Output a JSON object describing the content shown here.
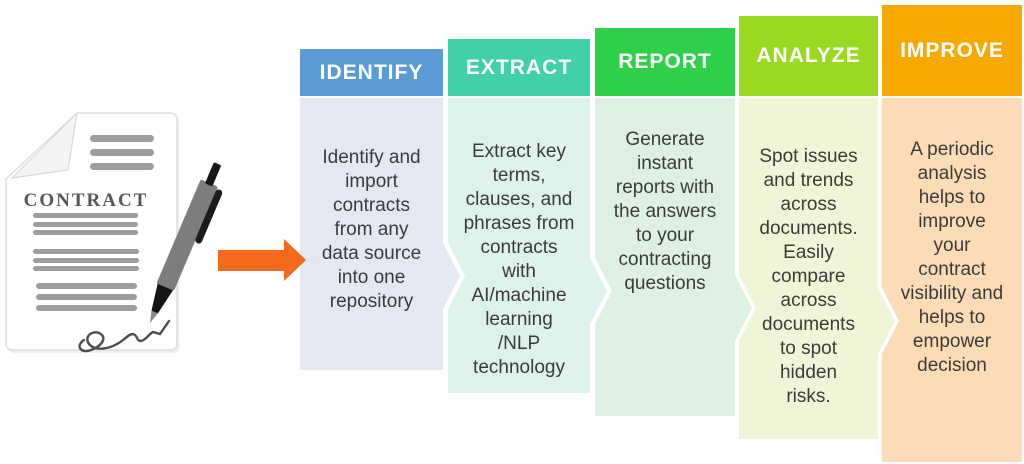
{
  "illustration": {
    "document_label": "CONTRACT",
    "arrow_color": "#f4691c"
  },
  "process": {
    "columns": [
      {
        "label": "IDENTIFY",
        "description": "Identify and\nimport\ncontracts\nfrom any\ndata source\ninto one\nrepository",
        "header_color": "#5b9bd5",
        "body_color": "#e4e8f3"
      },
      {
        "label": "EXTRACT",
        "description": "Extract key\nterms,\nclauses, and\nphrases from\ncontracts\nwith\nAI/machine\nlearning\n/NLP\ntechnology",
        "header_color": "#41d0a7",
        "body_color": "#def2ed"
      },
      {
        "label": "REPORT",
        "description": "Generate\ninstant\nreports with\nthe answers\nto your\ncontracting\nquestions",
        "header_color": "#2ed049",
        "body_color": "#def0e2"
      },
      {
        "label": "ANALYZE",
        "description": "Spot issues\nand trends\nacross\ndocuments.\nEasily\ncompare\nacross\ndocuments\nto spot\nhidden\nrisks.",
        "header_color": "#9bd822",
        "body_color": "#eff6d7"
      },
      {
        "label": "IMPROVE",
        "description": "A periodic\nanalysis\nhelps to\nimprove\nyour\ncontract\nvisibility and\nhelps to\nempower\ndecision",
        "header_color": "#f8a900",
        "body_color": "#fbdcb7"
      }
    ]
  }
}
